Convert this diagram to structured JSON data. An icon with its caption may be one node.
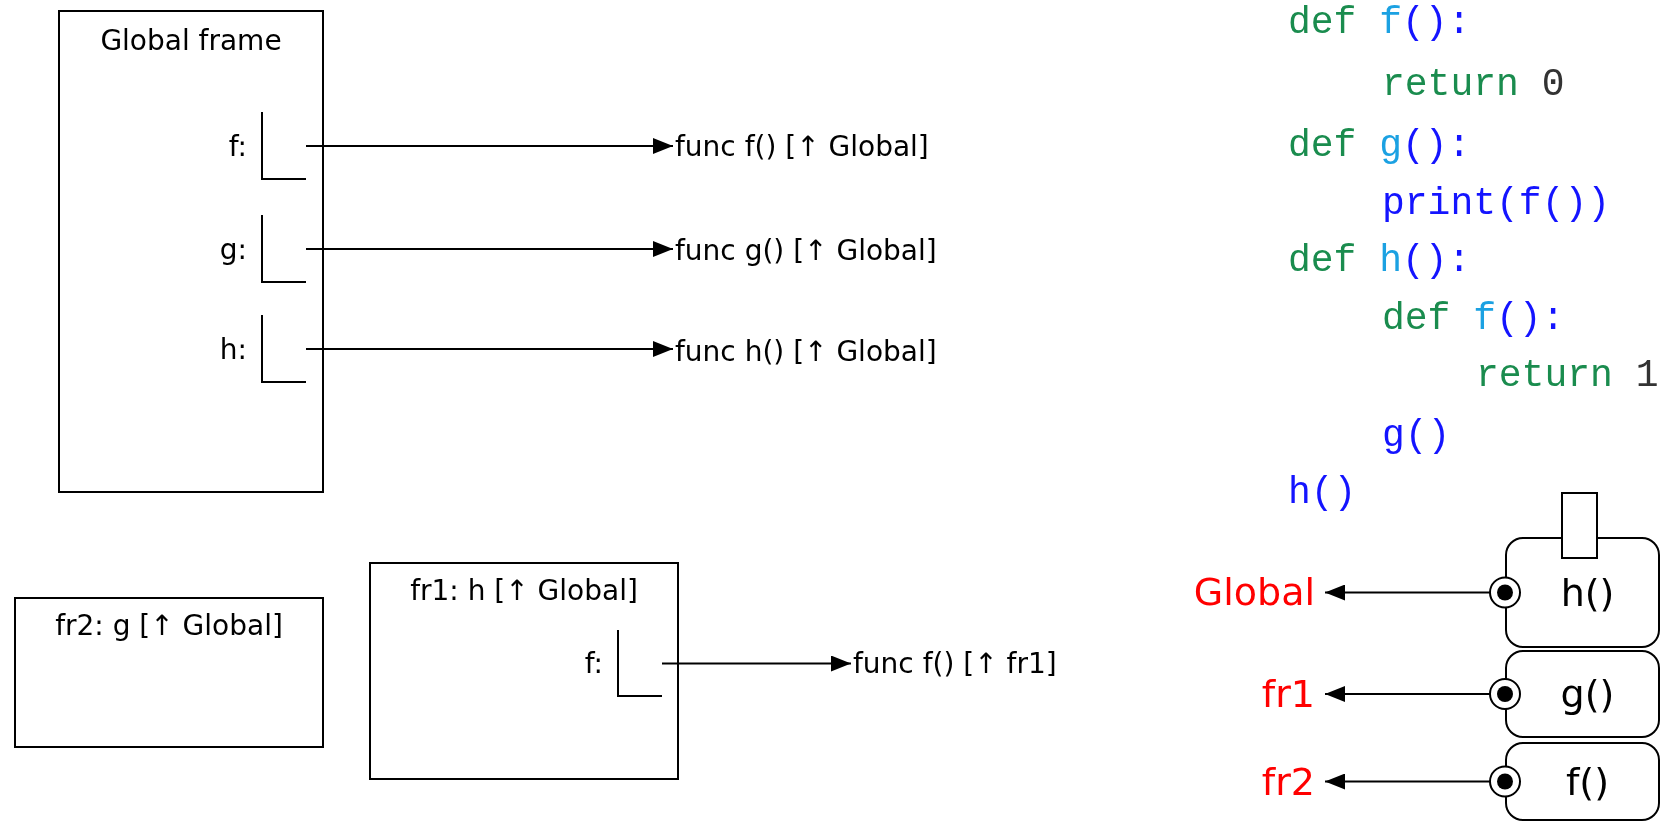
{
  "diagram": {
    "nodes": [
      {
        "text": [
          "Global frame"
        ]
      },
      {
        "text": [],
        "shape": "box",
        "in": 0,
        "beside": [
          "f:"
        ]
      },
      {
        "text": [],
        "shape": "box",
        "in": 0,
        "beside": [
          "g:"
        ]
      },
      {
        "text": [],
        "shape": "box",
        "in": 0,
        "beside": [
          "h:"
        ]
      },
      {
        "text": [
          "func f() [↑ Global]"
        ]
      },
      {
        "text": [
          "func g() [↑ Global]"
        ]
      },
      {
        "text": [
          "func h() [↑ Global]"
        ]
      },
      {
        "text": [
          "fr2: g [↑ Global]"
        ]
      },
      {
        "text": [
          "fr1: h [↑ Global]"
        ]
      },
      {
        "text": [],
        "shape": "box",
        "in": 8,
        "beside": [
          "f:"
        ]
      },
      {
        "text": [
          "func f() [↑ fr1]"
        ]
      },
      {
        "text": [
          "Global"
        ]
      },
      {
        "text": [
          "fr1"
        ]
      },
      {
        "text": [
          "fr2"
        ]
      },
      {
        "text": [
          "h()"
        ]
      },
      {
        "text": [
          "g()"
        ]
      },
      {
        "text": [
          "f()"
        ]
      }
    ],
    "edges": [
      {
        "from": 1,
        "to": 4,
        "arrow": "to"
      },
      {
        "from": 2,
        "to": 5,
        "arrow": "to"
      },
      {
        "from": 3,
        "to": 6,
        "arrow": "to"
      },
      {
        "from": 9,
        "to": 10,
        "arrow": "to"
      },
      {
        "from": 14,
        "to": 11,
        "arrow": "to"
      },
      {
        "from": 15,
        "to": 12,
        "arrow": "to"
      },
      {
        "from": 16,
        "to": 13,
        "arrow": "to"
      }
    ],
    "labels": [
      "def f():",
      "return 0",
      "def g():",
      "print(f())",
      "def h():",
      "def f():",
      "return 1",
      "g()",
      "h()"
    ]
  }
}
